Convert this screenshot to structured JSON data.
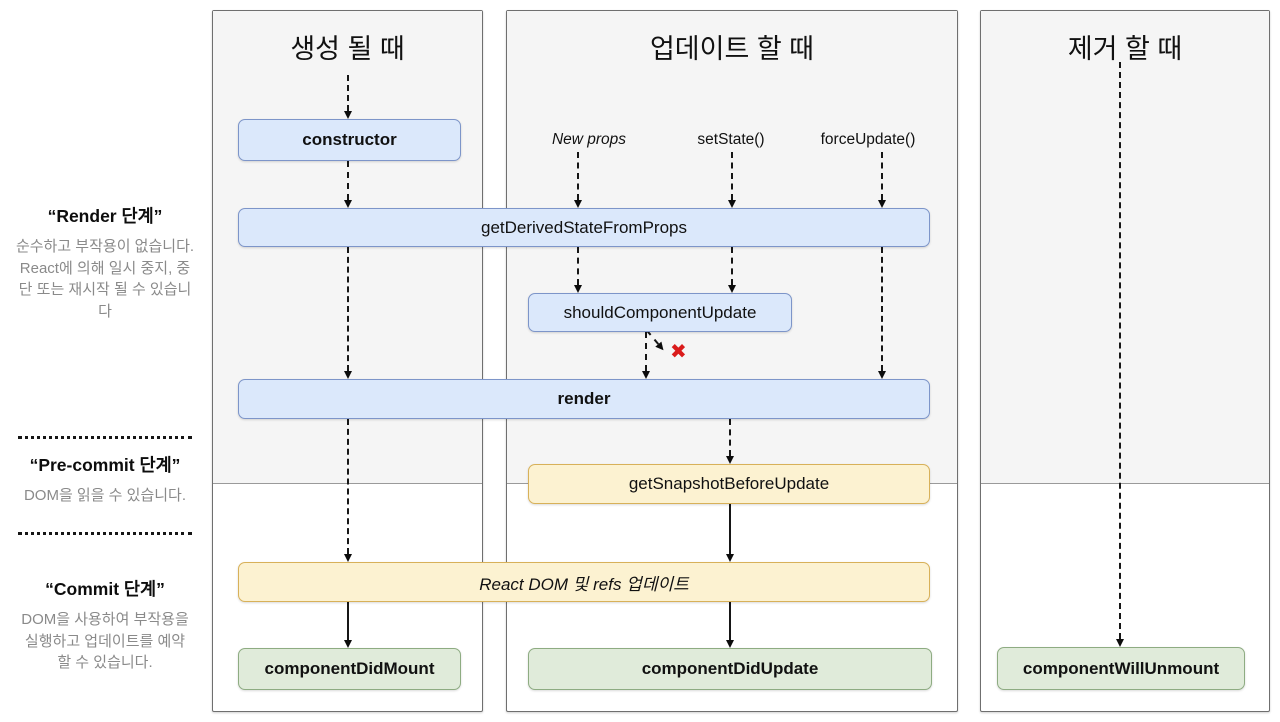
{
  "columns": {
    "mount": {
      "title": "생성 될 때"
    },
    "update": {
      "title": "업데이트 할 때",
      "triggers": [
        "New props",
        "setState()",
        "forceUpdate()"
      ]
    },
    "unmount": {
      "title": "제거 할 때"
    }
  },
  "phases": {
    "render": {
      "title": "“Render 단계”",
      "description": "순수하고 부작용이 없습니다. React에 의해 일시 중지, 중단 또는 재시작 될 수 있습니다"
    },
    "precommit": {
      "title": "“Pre-commit 단계”",
      "description": "DOM을 읽을 수 있습니다."
    },
    "commit": {
      "title": "“Commit 단계”",
      "description": "DOM을 사용하여 부작용을 실행하고 업데이트를 예약 할 수 있습니다."
    }
  },
  "nodes": {
    "constructor": "constructor",
    "get_derived_state_from_props": "getDerivedStateFromProps",
    "should_component_update": "shouldComponentUpdate",
    "render": "render",
    "get_snapshot_before_update": "getSnapshotBeforeUpdate",
    "react_dom_update": "React DOM 및 refs 업데이트",
    "component_did_mount": "componentDidMount",
    "component_did_update": "componentDidUpdate",
    "component_will_unmount": "componentWillUnmount"
  },
  "icons": {
    "cancel_x": "✖"
  },
  "colors": {
    "panel_shade": "#f5f5f5",
    "blue_fill": "#dbe8fb",
    "blue_border": "#7d95c9",
    "yellow_fill": "#fcf2d1",
    "yellow_border": "#d8b159",
    "green_fill": "#e0ebda",
    "green_border": "#8eac82",
    "muted_text": "#8a8a8a",
    "cancel_red": "#da1b1b"
  }
}
